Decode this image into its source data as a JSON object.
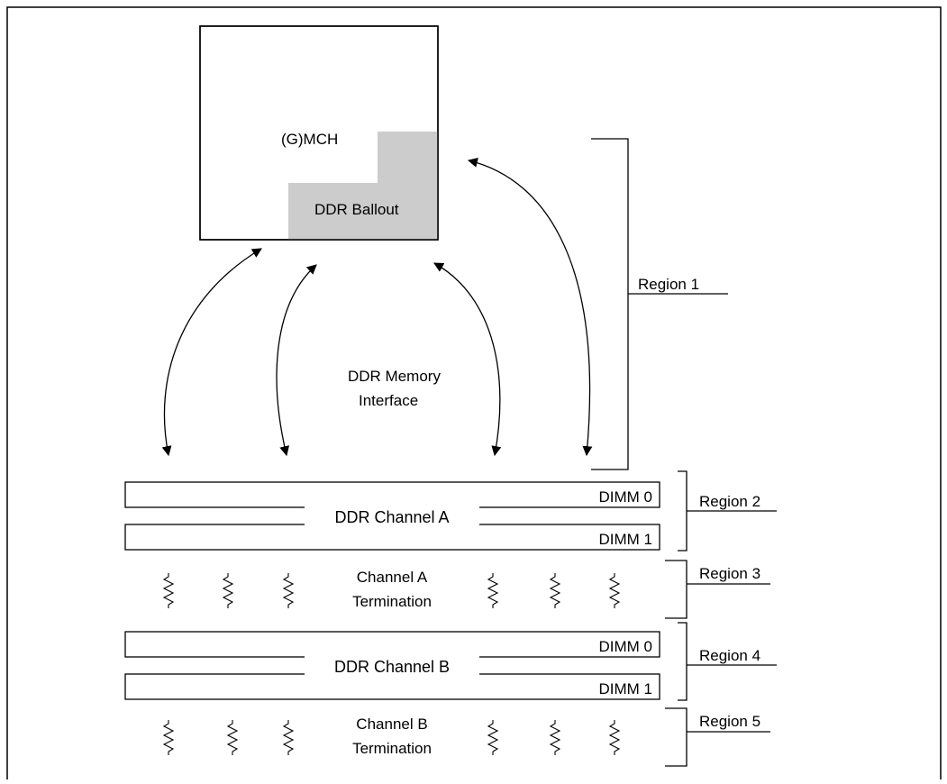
{
  "chip": {
    "label": "(G)MCH",
    "ballout_label": "DDR Ballout",
    "ballout_color": "#cccccc"
  },
  "interface": {
    "line1": "DDR Memory",
    "line2": "Interface"
  },
  "channel_a": {
    "label": "DDR Channel A",
    "dimm0": "DIMM 0",
    "dimm1": "DIMM 1",
    "termination_line1": "Channel A",
    "termination_line2": "Termination"
  },
  "channel_b": {
    "label": "DDR Channel B",
    "dimm0": "DIMM 0",
    "dimm1": "DIMM 1",
    "termination_line1": "Channel B",
    "termination_line2": "Termination"
  },
  "regions": {
    "r1": "Region 1",
    "r2": "Region 2",
    "r3": "Region 3",
    "r4": "Region 4",
    "r5": "Region 5"
  }
}
